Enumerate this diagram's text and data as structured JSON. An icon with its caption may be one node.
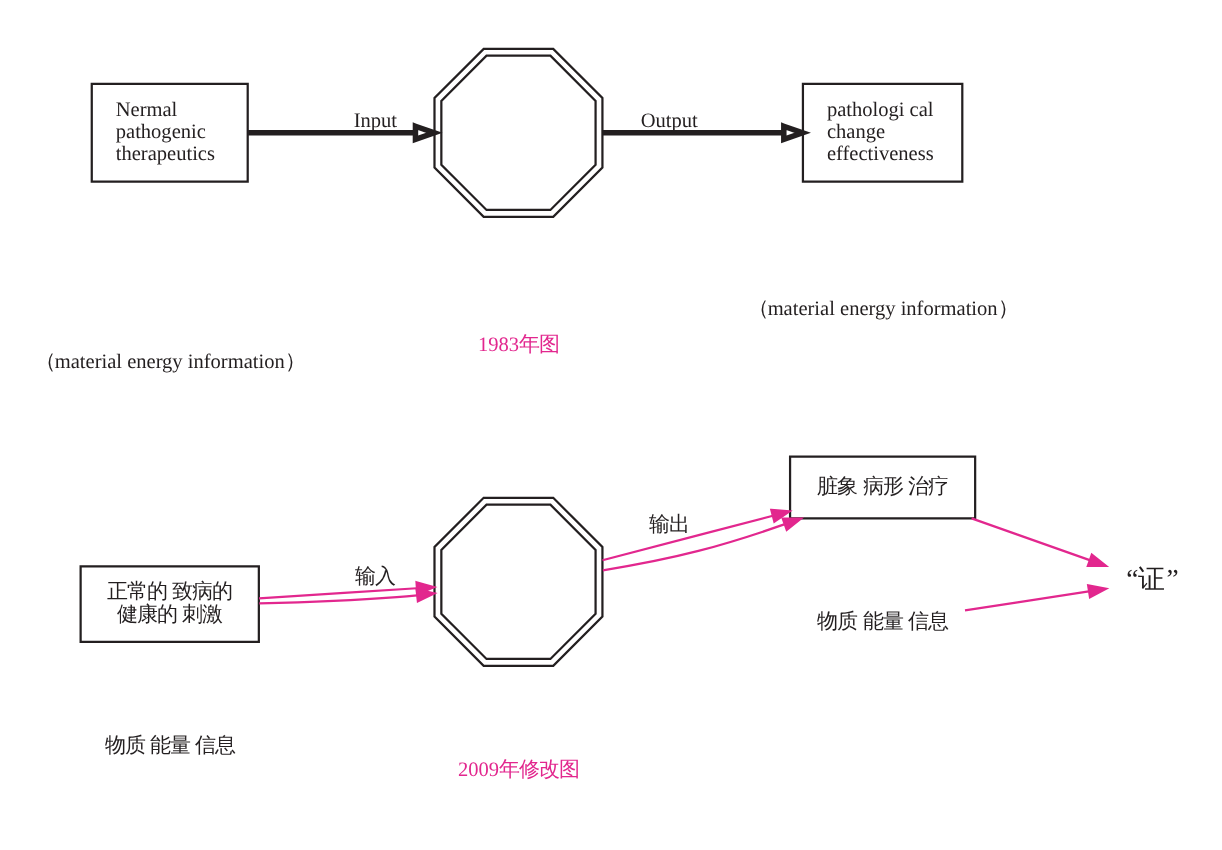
{
  "diagram": {
    "nodes": [
      {
        "text": [
          "Nermal pathogenic therapeutics"
        ]
      },
      {
        "text": [],
        "shape": "octagon"
      },
      {
        "text": [
          "pathologi cal change effectiveness"
        ]
      },
      {
        "text": [
          "正常的 致病的",
          "健康的 刺激"
        ]
      },
      {
        "text": [],
        "shape": "octagon"
      },
      {
        "text": [
          "脏象 病形 治疗"
        ]
      },
      {
        "text": [
          "“证”"
        ]
      },
      {
        "text": [
          "物质 能量 信息"
        ]
      }
    ],
    "edges": [
      {
        "from": 0,
        "to": 1,
        "arrow": "to",
        "label": "Input",
        "style": "thick",
        "color": "#231f20"
      },
      {
        "from": 1,
        "to": 2,
        "arrow": "to",
        "label": "Output",
        "style": "thick",
        "color": "#231f20"
      },
      {
        "from": 3,
        "to": 4,
        "arrow": "to",
        "label": "输入"
      },
      {
        "from": 3,
        "to": 4,
        "arrow": "to"
      },
      {
        "from": 4,
        "to": 5,
        "arrow": "to",
        "label": "输出"
      },
      {
        "from": 4,
        "to": 5,
        "arrow": "to"
      },
      {
        "from": 5,
        "to": 6,
        "arrow": "to"
      },
      {
        "from": 7,
        "to": 6,
        "arrow": "to"
      }
    ],
    "labels": [
      "（material energy information）",
      "（material energy information）",
      "1983年图",
      "物质 能量 信息",
      "2009年修改图"
    ]
  }
}
